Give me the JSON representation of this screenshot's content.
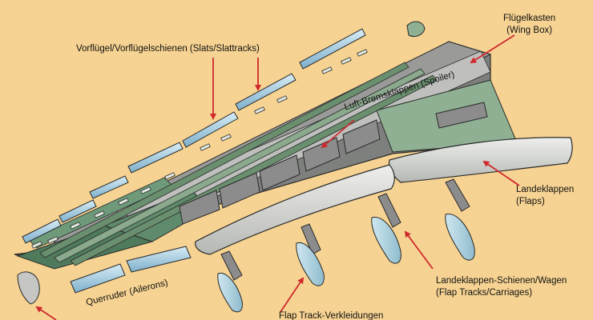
{
  "labels": {
    "slats": "Vorflügel/Vorflügelschienen (Slats/Slattracks)",
    "wingbox_de": "Flügelkasten",
    "wingbox_en": "(Wing Box)",
    "spoiler": "Luft-Bremsklappen (Spoiler)",
    "flaps_de": "Landeklappen",
    "flaps_en": "(Flaps)",
    "flaptracks_de": "Landeklappen-Schienen/Wagen",
    "flaptracks_en": "(Flap Tracks/Carriages)",
    "ailerons": "Querruder (Ailerons)",
    "fairings": "Flap Track-Verkleidungen"
  },
  "colors": {
    "background": "#f6d392",
    "arrow": "#d0282d",
    "gray_panel": "#8e8f8e",
    "light_gray": "#cfd0cd",
    "green_panel": "#8fb092",
    "dark_green": "#4f7a5c",
    "slat_blue": "#a9cfe3",
    "outline": "#2a2a2a"
  }
}
